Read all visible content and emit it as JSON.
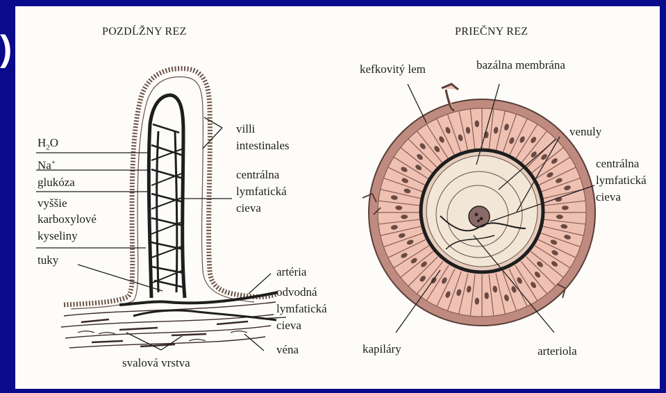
{
  "slide_fragment": ")",
  "panels": {
    "longitudinal": {
      "title": "POZDĹŽNY REZ",
      "inputs": {
        "water": {
          "base": "H",
          "sub": "2",
          "rest": "O"
        },
        "sodium": {
          "base": "Na",
          "sup": "+"
        },
        "glucose": "glukóza",
        "fatty_acids": [
          "vyššie",
          "karboxylové",
          "kyseliny"
        ],
        "fats": "tuky"
      },
      "labels": {
        "villi": [
          "villi",
          "intestinales"
        ],
        "central_lymph": [
          "centrálna",
          "lymfatická",
          "cieva"
        ],
        "artery": "artéria",
        "efferent_lymph": [
          "odvodná",
          "lymfatická",
          "cieva"
        ],
        "vein": "véna",
        "muscle": "svalová vrstva"
      }
    },
    "cross_section": {
      "title": "PRIEČNY REZ",
      "labels": {
        "brush_border": "kefkovitý lem",
        "basal_membrane": "bazálna membrána",
        "venules": "venuly",
        "central_lymph": [
          "centrálna",
          "lymfatická",
          "cieva"
        ],
        "capillaries": "kapiláry",
        "arteriole": "arteriola"
      }
    }
  },
  "colors": {
    "background": "#0a0a8c",
    "paper": "#fdfcf9",
    "outer_ring": "#bf8b80",
    "cells": "#efc1b3",
    "core": "#f2e6d6",
    "ink": "#1e1e1e"
  }
}
